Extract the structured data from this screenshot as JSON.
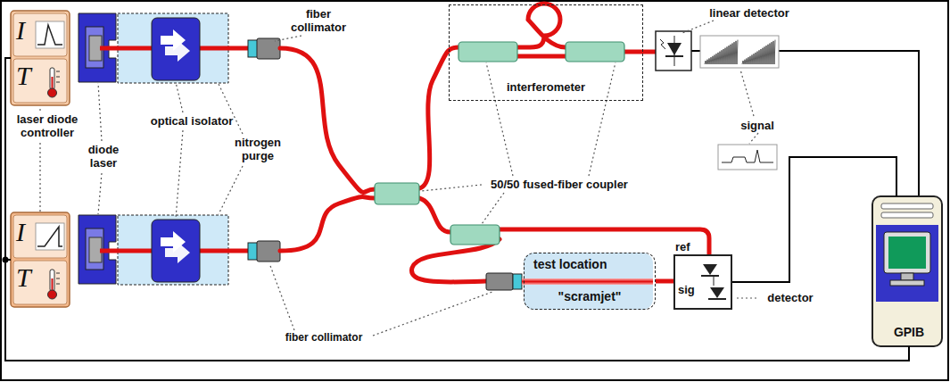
{
  "diagram": {
    "nodes": [
      {
        "text": [
          "I",
          "T"
        ]
      },
      {
        "text": [
          "interferometer"
        ]
      },
      {
        "text": [
          "GPIB"
        ]
      },
      {
        "text": [
          "I",
          "T"
        ]
      },
      {
        "text": [
          "test location",
          "\"scramjet\""
        ]
      },
      {
        "text": [
          "ref",
          "sig"
        ]
      }
    ],
    "edges": [
      {
        "from": 0,
        "to": 2,
        "arrow": "none"
      },
      {
        "from": 3,
        "to": 2,
        "arrow": "none"
      },
      {
        "from": 5,
        "to": 2,
        "arrow": "none"
      },
      {
        "from": 4,
        "to": 5,
        "arrow": "none"
      }
    ],
    "labels": [
      "fiber collimator",
      "linear detector",
      "laser diode controller",
      "diode laser",
      "optical isolator",
      "nitrogen purge",
      "50/50 fused-fiber coupler",
      "signal",
      "detector",
      "fiber collimator"
    ]
  }
}
